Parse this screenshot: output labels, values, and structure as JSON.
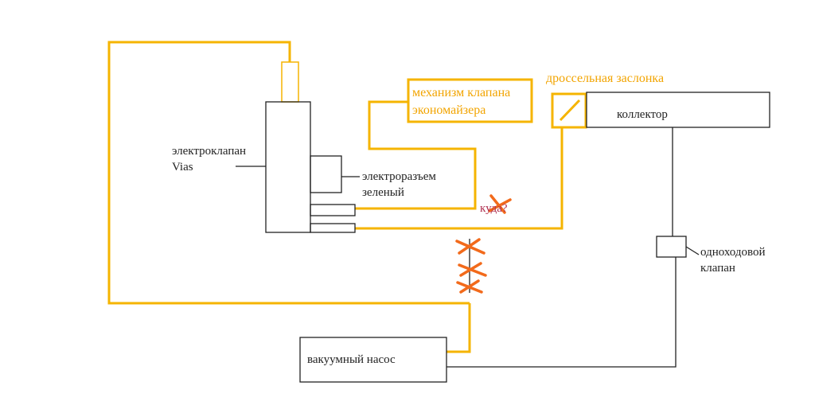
{
  "labels": {
    "solenoid_line1": "электроклапан",
    "solenoid_line2": "Vias",
    "connector_line1": "электроразъем",
    "connector_line2": "зеленый",
    "economizer_line1": "механизм клапана",
    "economizer_line2": "экономайзера",
    "throttle": "дроссельная заслонка",
    "manifold": "коллектор",
    "check_valve_line1": "одноходовой",
    "check_valve_line2": "клапан",
    "vacuum_pump": "вакуумный насос",
    "question": "куда?"
  },
  "colors": {
    "hose": "#f5b400",
    "hose_text": "#f2a400",
    "cross_mark": "#f26a1b",
    "line": "#222222",
    "question_text": "#b03050"
  }
}
